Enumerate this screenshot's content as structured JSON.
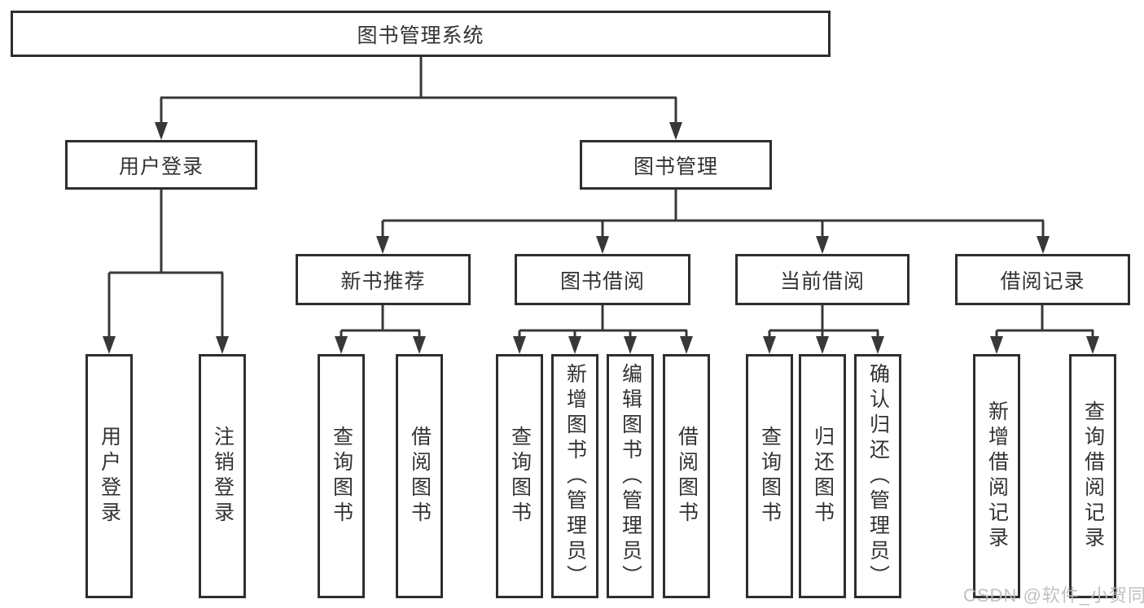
{
  "tree": {
    "root": {
      "label": "图书管理系统"
    },
    "branches": [
      {
        "label": "用户登录",
        "children": [
          {
            "label": "用户登录"
          },
          {
            "label": "注销登录"
          }
        ]
      },
      {
        "label": "图书管理",
        "children": [
          {
            "label": "新书推荐",
            "children": [
              {
                "label": "查询图书"
              },
              {
                "label": "借阅图书"
              }
            ]
          },
          {
            "label": "图书借阅",
            "children": [
              {
                "label": "查询图书"
              },
              {
                "label": "新增图书（管理员）"
              },
              {
                "label": "编辑图书（管理员）"
              },
              {
                "label": "借阅图书"
              }
            ]
          },
          {
            "label": "当前借阅",
            "children": [
              {
                "label": "查询图书"
              },
              {
                "label": "归还图书"
              },
              {
                "label": "确认归还（管理员）"
              }
            ]
          },
          {
            "label": "借阅记录",
            "children": [
              {
                "label": "新增借阅记录"
              },
              {
                "label": "查询借阅记录"
              }
            ]
          }
        ]
      }
    ]
  },
  "watermark": {
    "text": "CSDN @软件_小贺同学"
  },
  "colors": {
    "line": "#383838",
    "box_border": "#2e2e2e",
    "text": "#333333",
    "watermark": "#b9b9b9",
    "background": "#ffffff"
  }
}
